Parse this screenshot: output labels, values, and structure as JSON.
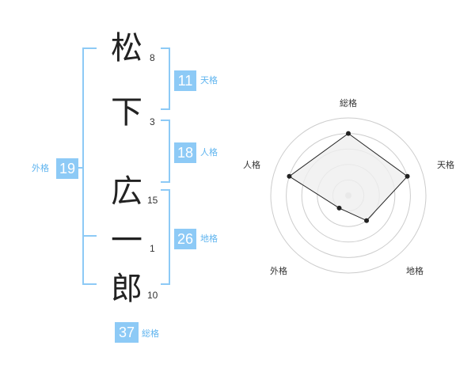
{
  "name": {
    "chars": [
      {
        "char": "松",
        "strokes": "8"
      },
      {
        "char": "下",
        "strokes": "3"
      },
      {
        "char": "広",
        "strokes": "15"
      },
      {
        "char": "一",
        "strokes": "1"
      },
      {
        "char": "郎",
        "strokes": "10"
      }
    ]
  },
  "fortunes": {
    "tenkaku": {
      "value": "11",
      "label": "天格"
    },
    "jinkaku": {
      "value": "18",
      "label": "人格"
    },
    "chikaku": {
      "value": "26",
      "label": "地格"
    },
    "gaikaku": {
      "value": "19",
      "label": "外格"
    },
    "soukaku": {
      "value": "37",
      "label": "総格"
    }
  },
  "chart_data": {
    "type": "radar",
    "axes": [
      "総格",
      "天格",
      "地格",
      "外格",
      "人格"
    ],
    "values": [
      4,
      4,
      2,
      1,
      4
    ],
    "max": 5,
    "colors": {
      "fill": "#efefef",
      "line": "#222222",
      "grid": "#cccccc",
      "center": "#cfcfcf"
    }
  }
}
